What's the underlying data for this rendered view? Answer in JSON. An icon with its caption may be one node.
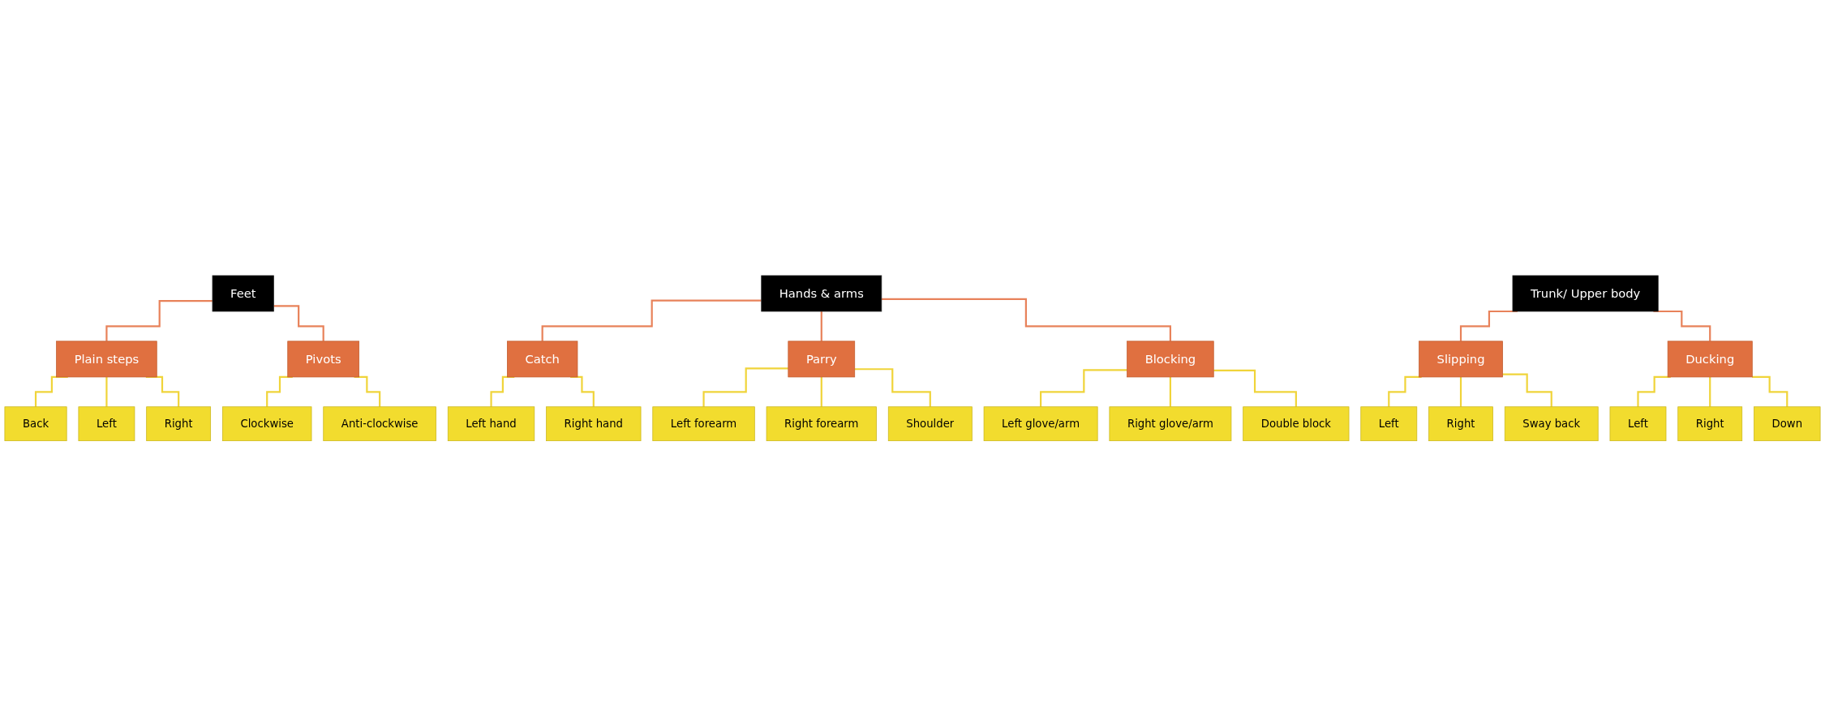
{
  "diagram": {
    "nodes": [
      {
        "text": [
          "Feet"
        ]
      },
      {
        "text": [
          "Hands & arms"
        ]
      },
      {
        "text": [
          "Trunk/ Upper body"
        ]
      },
      {
        "text": [
          "Plain steps"
        ]
      },
      {
        "text": [
          "Pivots"
        ]
      },
      {
        "text": [
          "Catch"
        ]
      },
      {
        "text": [
          "Parry"
        ]
      },
      {
        "text": [
          "Blocking"
        ]
      },
      {
        "text": [
          "Slipping"
        ]
      },
      {
        "text": [
          "Ducking"
        ]
      },
      {
        "text": [
          "Back"
        ]
      },
      {
        "text": [
          "Left"
        ]
      },
      {
        "text": [
          "Right"
        ]
      },
      {
        "text": [
          "Clockwise"
        ]
      },
      {
        "text": [
          "Anti-clockwise"
        ]
      },
      {
        "text": [
          "Left hand"
        ]
      },
      {
        "text": [
          "Right hand"
        ]
      },
      {
        "text": [
          "Left forearm"
        ]
      },
      {
        "text": [
          "Right forearm"
        ]
      },
      {
        "text": [
          "Shoulder"
        ]
      },
      {
        "text": [
          "Left glove/arm"
        ]
      },
      {
        "text": [
          "Right glove/arm"
        ]
      },
      {
        "text": [
          "Double block"
        ]
      },
      {
        "text": [
          "Left"
        ]
      },
      {
        "text": [
          "Right"
        ]
      },
      {
        "text": [
          "Sway back"
        ]
      },
      {
        "text": [
          "Left"
        ]
      },
      {
        "text": [
          "Right"
        ]
      },
      {
        "text": [
          "Down"
        ]
      }
    ],
    "edges": [
      {
        "from": 0,
        "to": 3,
        "arrow": "none",
        "color": "#e8825a"
      },
      {
        "from": 0,
        "to": 4,
        "arrow": "none",
        "color": "#e8825a"
      },
      {
        "from": 1,
        "to": 5,
        "arrow": "none",
        "color": "#e8825a"
      },
      {
        "from": 1,
        "to": 6,
        "arrow": "none",
        "color": "#e8825a"
      },
      {
        "from": 1,
        "to": 7,
        "arrow": "none",
        "color": "#e8825a"
      },
      {
        "from": 2,
        "to": 8,
        "arrow": "none",
        "color": "#e8825a"
      },
      {
        "from": 2,
        "to": 9,
        "arrow": "none",
        "color": "#e8825a"
      },
      {
        "from": 3,
        "to": 10,
        "arrow": "none"
      },
      {
        "from": 3,
        "to": 11,
        "arrow": "none"
      },
      {
        "from": 3,
        "to": 12,
        "arrow": "none"
      },
      {
        "from": 4,
        "to": 13,
        "arrow": "none"
      },
      {
        "from": 4,
        "to": 14,
        "arrow": "none"
      },
      {
        "from": 5,
        "to": 15,
        "arrow": "none"
      },
      {
        "from": 5,
        "to": 16,
        "arrow": "none"
      },
      {
        "from": 6,
        "to": 17,
        "arrow": "none"
      },
      {
        "from": 6,
        "to": 18,
        "arrow": "none"
      },
      {
        "from": 6,
        "to": 19,
        "arrow": "none"
      },
      {
        "from": 7,
        "to": 20,
        "arrow": "none"
      },
      {
        "from": 7,
        "to": 21,
        "arrow": "none"
      },
      {
        "from": 7,
        "to": 22,
        "arrow": "none"
      },
      {
        "from": 8,
        "to": 23,
        "arrow": "none"
      },
      {
        "from": 8,
        "to": 24,
        "arrow": "none"
      },
      {
        "from": 8,
        "to": 25,
        "arrow": "none"
      },
      {
        "from": 9,
        "to": 26,
        "arrow": "none"
      },
      {
        "from": 9,
        "to": 27,
        "arrow": "none"
      },
      {
        "from": 9,
        "to": 28,
        "arrow": "none"
      }
    ]
  }
}
